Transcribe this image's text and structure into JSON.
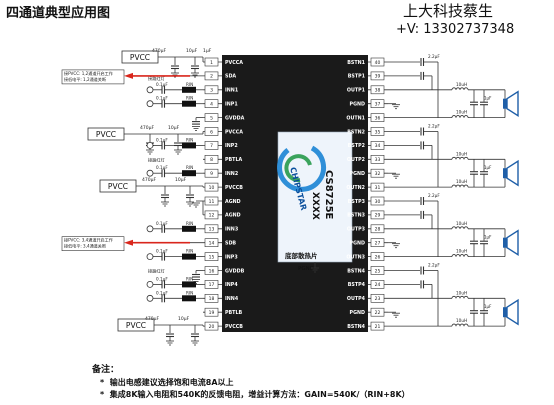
{
  "header": {
    "title": "四通道典型应用图",
    "brand": "上大科技蔡生",
    "contact": "+V:  13302737348"
  },
  "chip": {
    "left_pins": [
      {
        "num": "1",
        "name": "PVCCA"
      },
      {
        "num": "2",
        "name": "SDA"
      },
      {
        "num": "3",
        "name": "INN1"
      },
      {
        "num": "4",
        "name": "INP1"
      },
      {
        "num": "5",
        "name": "GVDDA"
      },
      {
        "num": "6",
        "name": "PVCCA"
      },
      {
        "num": "7",
        "name": "INP2"
      },
      {
        "num": "8",
        "name": "PBTLA"
      },
      {
        "num": "9",
        "name": "INN2"
      },
      {
        "num": "10",
        "name": "PVCCB"
      },
      {
        "num": "11",
        "name": "AGND"
      },
      {
        "num": "12",
        "name": "AGND"
      },
      {
        "num": "13",
        "name": "INN3"
      },
      {
        "num": "14",
        "name": "SDB"
      },
      {
        "num": "15",
        "name": "INP3"
      },
      {
        "num": "16",
        "name": "GVDDB"
      },
      {
        "num": "17",
        "name": "INP4"
      },
      {
        "num": "18",
        "name": "INN4"
      },
      {
        "num": "19",
        "name": "PBTLB"
      },
      {
        "num": "20",
        "name": "PVCCB"
      }
    ],
    "right_pins": [
      {
        "num": "40",
        "name": "BSTN1"
      },
      {
        "num": "39",
        "name": "BSTP1"
      },
      {
        "num": "38",
        "name": "OUTP1"
      },
      {
        "num": "37",
        "name": "PGND"
      },
      {
        "num": "36",
        "name": "OUTN1"
      },
      {
        "num": "35",
        "name": "BSTN2"
      },
      {
        "num": "34",
        "name": "BSTP2"
      },
      {
        "num": "33",
        "name": "OUTP2"
      },
      {
        "num": "32",
        "name": "PGND"
      },
      {
        "num": "31",
        "name": "OUTN2"
      },
      {
        "num": "30",
        "name": "BSTP3"
      },
      {
        "num": "29",
        "name": "BSTN3"
      },
      {
        "num": "28",
        "name": "OUTP3"
      },
      {
        "num": "27",
        "name": "PGND"
      },
      {
        "num": "26",
        "name": "OUTN3"
      },
      {
        "num": "25",
        "name": "BSTN4"
      },
      {
        "num": "24",
        "name": "BSTP4"
      },
      {
        "num": "23",
        "name": "OUTP4"
      },
      {
        "num": "22",
        "name": "PGND"
      },
      {
        "num": "21",
        "name": "BSTN4"
      }
    ],
    "logo": "CHIPSTAR",
    "part": "CS8725E",
    "xxx": "XXXX",
    "pad": "底部散热片",
    "pgnd": "PGND",
    "body_color": "#1a1a1a",
    "logo_color": "#2f8fd8"
  },
  "supplies": [
    {
      "label": "PVCC"
    },
    {
      "label": "PVCC"
    },
    {
      "label": "PVCC"
    },
    {
      "label": "PVCC"
    }
  ],
  "capacitors": {
    "c470": "470μF",
    "c10": "10μF",
    "c1": "1μF",
    "c01": "0.1μF",
    "c22": "2.2μF",
    "c1b": "1μF",
    "l10": "10uH",
    "rin": "RIN"
  },
  "callouts": [
    {
      "line1": "接PVCC: 1,2通道开启工作",
      "line2": "接低电平: 1,2通道关断"
    },
    {
      "line1": "接PVCC: 3,4通道开启工作",
      "line2": "接低电平: 3,4通道关断"
    }
  ],
  "red_led_label": "接路红灯",
  "notes": {
    "head": "备注：",
    "items": [
      "输出电感建议选择饱和电流8A以上",
      "集成8K输入电阻和540K的反馈电阻，增益计算方法：GAIN=540K/（RIN+8K）"
    ]
  },
  "colors": {
    "wire": "#333333",
    "arrow": "#d9261c",
    "speaker": "#1f5fa8",
    "chip_text": "#ffffff"
  }
}
